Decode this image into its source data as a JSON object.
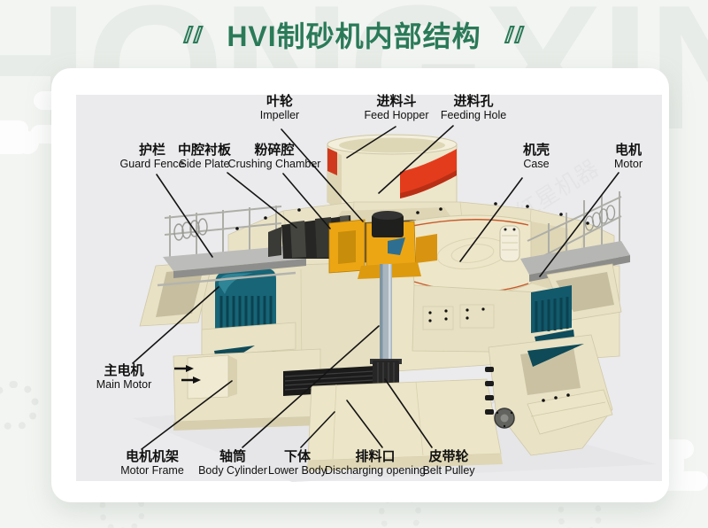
{
  "colors": {
    "accent": "#2a7a58",
    "page-bg": "#f3f5f2",
    "card-bg": "#ffffff",
    "diagram-bg": "#ebebed",
    "label-text": "#111111",
    "hopper-red": "#e33c1c",
    "impeller-orange": "#eda613",
    "motor-teal": "#176577",
    "body-cream": "#ece5c8"
  },
  "header": {
    "title": "HVI制砂机内部结构"
  },
  "watermarks": {
    "background_text": "HONGXINGJIQI",
    "brand_text": "红星机器"
  },
  "diagram": {
    "labels": [
      {
        "id": "impeller",
        "zh": "叶轮",
        "en": "Impeller"
      },
      {
        "id": "feed-hopper",
        "zh": "进料斗",
        "en": "Feed Hopper"
      },
      {
        "id": "feeding-hole",
        "zh": "进料孔",
        "en": "Feeding Hole"
      },
      {
        "id": "guard-fence",
        "zh": "护栏",
        "en": "Guard Fence"
      },
      {
        "id": "side-plate",
        "zh": "中腔衬板",
        "en": "Side Plate"
      },
      {
        "id": "crushing-chamber",
        "zh": "粉碎腔",
        "en": "Crushing Chamber"
      },
      {
        "id": "case",
        "zh": "机壳",
        "en": "Case"
      },
      {
        "id": "motor",
        "zh": "电机",
        "en": "Motor"
      },
      {
        "id": "main-motor",
        "zh": "主电机",
        "en": "Main Motor"
      },
      {
        "id": "motor-frame",
        "zh": "电机机架",
        "en": "Motor Frame"
      },
      {
        "id": "body-cylinder",
        "zh": "轴筒",
        "en": "Body Cylinder"
      },
      {
        "id": "lower-body",
        "zh": "下体",
        "en": "Lower Body"
      },
      {
        "id": "discharging-opening",
        "zh": "排料口",
        "en": "Discharging opening"
      },
      {
        "id": "belt-pulley",
        "zh": "皮带轮",
        "en": "Belt Pulley"
      }
    ]
  }
}
